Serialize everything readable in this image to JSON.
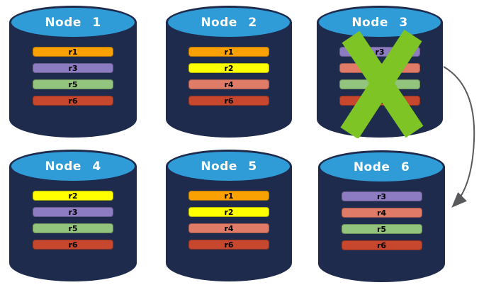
{
  "diagram": {
    "background": "#ffffff",
    "node_style": {
      "body_color": "#1F2B4D",
      "top_color": "#2F9CD8",
      "title_color": "#ffffff"
    },
    "failure_marker": {
      "shape": "x-cross",
      "color": "#7DC424",
      "on_node": "Node 3"
    },
    "arrow": {
      "color": "#58595B",
      "from": "Node 3",
      "to": "Node 6"
    },
    "nodes": [
      {
        "label": "Node 1",
        "failed": false,
        "replicas": [
          {
            "label": "r1",
            "color": "#F9A102"
          },
          {
            "label": "r3",
            "color": "#8E7CC3"
          },
          {
            "label": "r5",
            "color": "#93C47D"
          },
          {
            "label": "r6",
            "color": "#C7472E"
          }
        ]
      },
      {
        "label": "Node 2",
        "failed": false,
        "replicas": [
          {
            "label": "r1",
            "color": "#F9A102"
          },
          {
            "label": "r2",
            "color": "#FFFF00"
          },
          {
            "label": "r4",
            "color": "#E07B67"
          },
          {
            "label": "r6",
            "color": "#C7472E"
          }
        ]
      },
      {
        "label": "Node 3",
        "failed": true,
        "replicas": [
          {
            "label": "r3",
            "color": "#8E7CC3"
          },
          {
            "label": "r4",
            "color": "#E07B67"
          },
          {
            "label": "r5",
            "color": "#93C47D"
          },
          {
            "label": "r6",
            "color": "#C7472E"
          }
        ]
      },
      {
        "label": "Node 4",
        "failed": false,
        "replicas": [
          {
            "label": "r2",
            "color": "#FFFF00"
          },
          {
            "label": "r3",
            "color": "#8E7CC3"
          },
          {
            "label": "r5",
            "color": "#93C47D"
          },
          {
            "label": "r6",
            "color": "#C7472E"
          }
        ]
      },
      {
        "label": "Node 5",
        "failed": false,
        "replicas": [
          {
            "label": "r1",
            "color": "#F9A102"
          },
          {
            "label": "r2",
            "color": "#FFFF00"
          },
          {
            "label": "r4",
            "color": "#E07B67"
          },
          {
            "label": "r6",
            "color": "#C7472E"
          }
        ]
      },
      {
        "label": "Node 6",
        "failed": false,
        "replicas": [
          {
            "label": "r3",
            "color": "#8E7CC3"
          },
          {
            "label": "r4",
            "color": "#E07B67"
          },
          {
            "label": "r5",
            "color": "#93C47D"
          },
          {
            "label": "r6",
            "color": "#C7472E"
          }
        ]
      }
    ]
  }
}
